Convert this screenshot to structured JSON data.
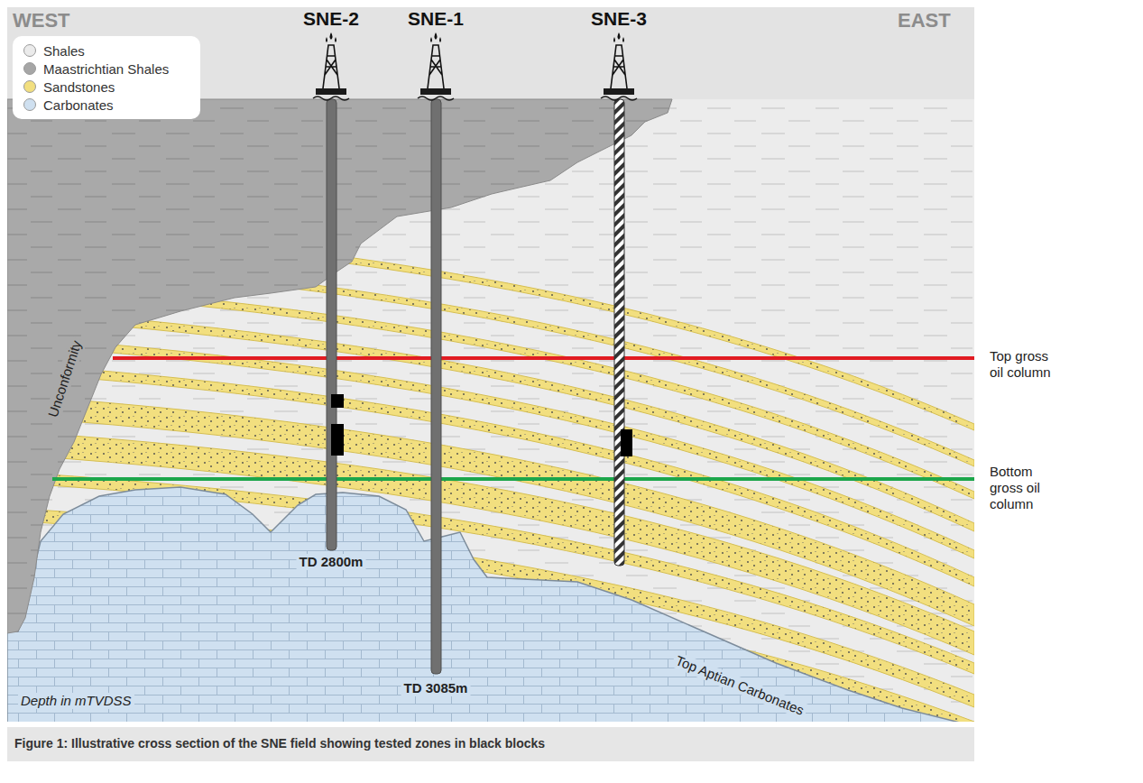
{
  "diagram": {
    "caption": "Figure 1: Illustrative cross section of the SNE field showing tested zones in black blocks",
    "labels": [
      "WEST",
      "SNE-2",
      "SNE-1",
      "SNE-3",
      "EAST",
      "Top gross oil column",
      "Bottom gross oil column",
      "Unconformity",
      "TD 2800m",
      "TD 3085m",
      "Top Aptian Carbonates",
      "Depth in mTVDSS"
    ],
    "legend": [
      {
        "text": "Shales",
        "color": "#ebebeb"
      },
      {
        "text": "Maastrichtian Shales",
        "color": "#a6a6a6"
      },
      {
        "text": "Sandstones",
        "color": "#f2df7f"
      },
      {
        "text": "Carbonates",
        "color": "#cfe0f0"
      }
    ]
  }
}
